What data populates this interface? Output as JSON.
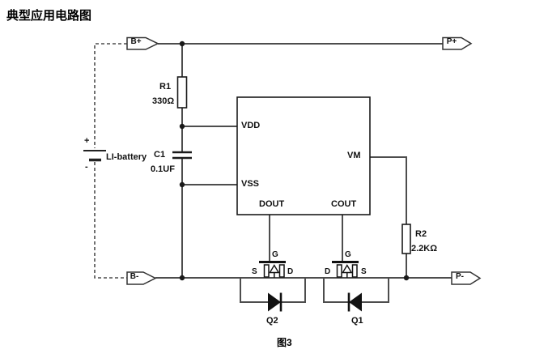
{
  "title": "典型应用电路图",
  "caption": "图3",
  "colors": {
    "wire": "#4d4d4d",
    "component_stroke": "#1a1a1a",
    "text": "#111111",
    "background": "#ffffff"
  },
  "terminals": {
    "battery_positive": "B+",
    "pack_positive": "P+",
    "battery_negative": "B-",
    "pack_negative": "P-"
  },
  "ic": {
    "pins": {
      "vdd": "VDD",
      "vss": "VSS",
      "vm": "VM",
      "dout": "DOUT",
      "cout": "COUT"
    }
  },
  "components": {
    "r1": {
      "ref": "R1",
      "value": "330Ω"
    },
    "r2": {
      "ref": "R2",
      "value": "2.2KΩ"
    },
    "c1": {
      "ref": "C1",
      "value": "0.1UF"
    },
    "battery": {
      "label": "LI-battery",
      "plus": "+",
      "minus": "-"
    },
    "q2": {
      "ref": "Q2",
      "gate": "G",
      "source": "S",
      "drain": "D"
    },
    "q1": {
      "ref": "Q1",
      "gate": "G",
      "source": "S",
      "drain": "D"
    }
  }
}
